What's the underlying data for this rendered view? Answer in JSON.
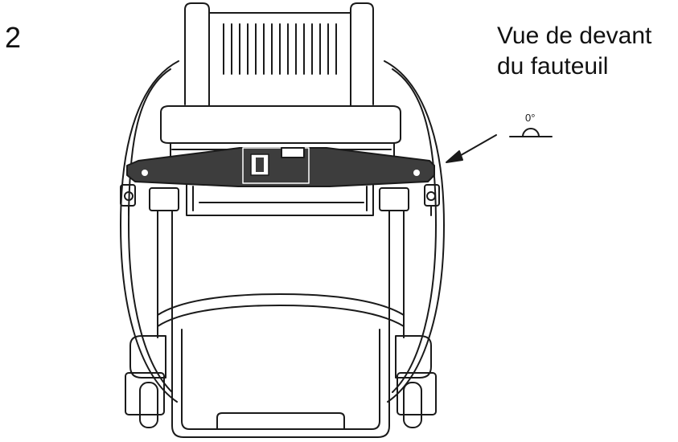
{
  "step": {
    "number": "2"
  },
  "caption": {
    "line1": "Vue de devant",
    "line2": "du fauteuil"
  },
  "angle_indicator": {
    "label": "0°"
  },
  "colors": {
    "line": "#1a1a1a",
    "bracket_fill": "#3d3d3d",
    "background": "#ffffff"
  }
}
